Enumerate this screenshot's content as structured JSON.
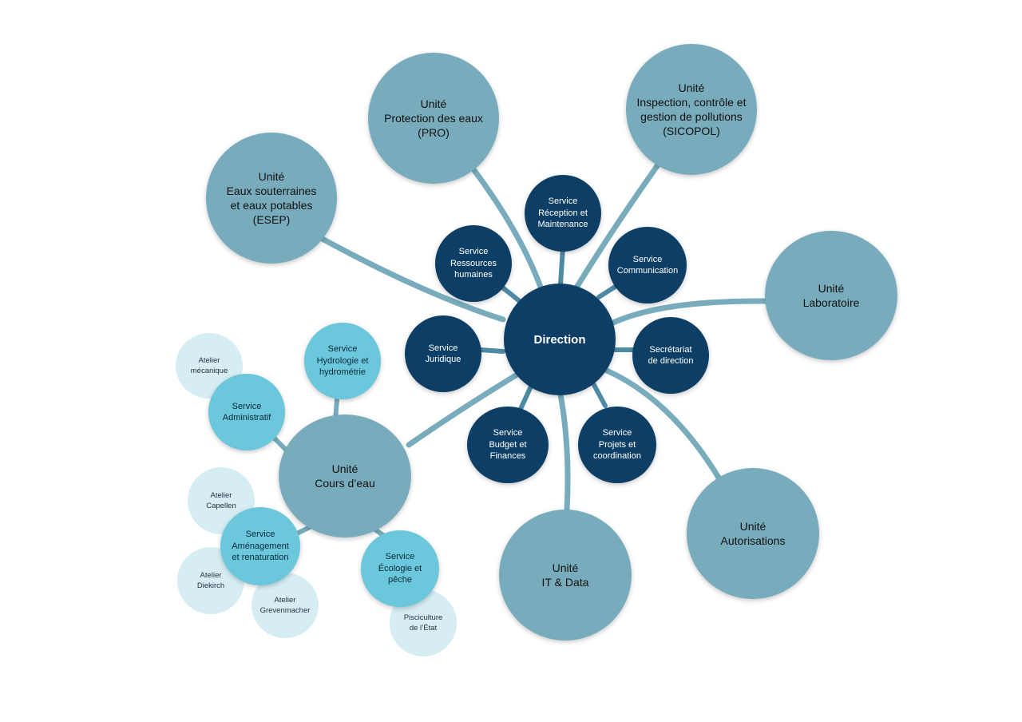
{
  "colors": {
    "unit": "#78acbc",
    "service_dark": "#0d3f66",
    "service_light": "#6ac7dc",
    "atelier": "#d6edf4",
    "connector_unit": "#78acbc",
    "connector_service": "#4f8aa5"
  },
  "diagram": {
    "direction": "Direction",
    "units": {
      "esep": "Unité\nEaux souterraines\net eaux potables\n(ESEP)",
      "pro": "Unité\nProtection des eaux\n(PRO)",
      "sicopol": "Unité\nInspection, contrôle et\ngestion de pollutions\n(SICOPOL)",
      "laboratoire": "Unité\nLaboratoire",
      "autorisations": "Unité\nAutorisations",
      "it_data": "Unité\nIT & Data",
      "cours_eau": "Unité\nCours d’eau"
    },
    "services": {
      "reception": "Service\nRéception et\nMaintenance",
      "rh": "Service\nRessources\nhumaines",
      "communication": "Service\nCommunication",
      "juridique": "Service\nJuridique",
      "secretariat": "Secrétariat\nde direction",
      "budget": "Service\nBudget et\nFinances",
      "projets": "Service\nProjets et\ncoordination"
    },
    "cours_eau_services": {
      "administratif": "Service\nAdministratif",
      "hydrologie": "Service\nHydrologie et\nhydrométrie",
      "amenagement": "Service\nAménagement\net renaturation",
      "ecologie": "Service\nÉcologie et\npêche"
    },
    "ateliers": {
      "mecanique": "Atelier\nmécanique",
      "capellen": "Atelier\nCapellen",
      "diekirch": "Atelier\nDiekirch",
      "grevenmacher": "Atelier\nGrevenmacher",
      "pisciculture": "Pisciculture\nde l’État"
    }
  }
}
